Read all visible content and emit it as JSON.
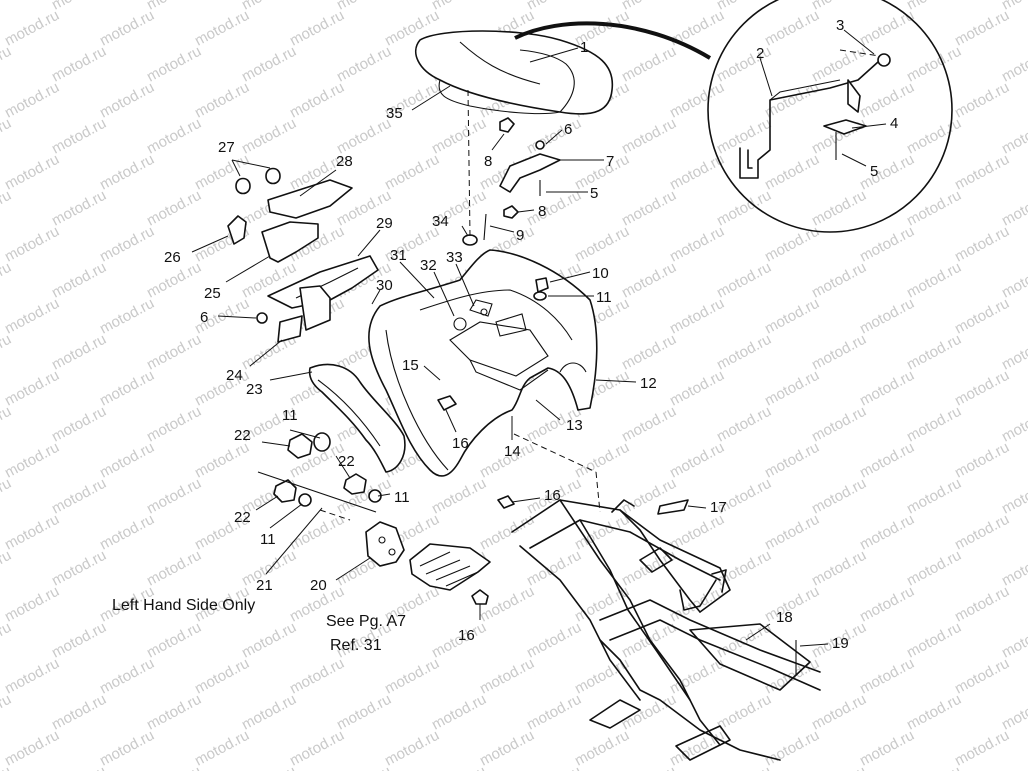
{
  "watermark": "motod.ru",
  "notes": {
    "left_hand_side": "Left Hand Side Only",
    "see_page": "See Pg. A7",
    "ref": "Ref. 31"
  },
  "callouts": [
    {
      "id": "c1",
      "label": "1"
    },
    {
      "id": "c2",
      "label": "2"
    },
    {
      "id": "c3",
      "label": "3"
    },
    {
      "id": "c4",
      "label": "4"
    },
    {
      "id": "c5a",
      "label": "5"
    },
    {
      "id": "c5b",
      "label": "5"
    },
    {
      "id": "c6a",
      "label": "6"
    },
    {
      "id": "c6b",
      "label": "6"
    },
    {
      "id": "c7",
      "label": "7"
    },
    {
      "id": "c8a",
      "label": "8"
    },
    {
      "id": "c8b",
      "label": "8"
    },
    {
      "id": "c9",
      "label": "9"
    },
    {
      "id": "c10",
      "label": "10"
    },
    {
      "id": "c11a",
      "label": "11"
    },
    {
      "id": "c11b",
      "label": "11"
    },
    {
      "id": "c11c",
      "label": "11"
    },
    {
      "id": "c11d",
      "label": "11"
    },
    {
      "id": "c12",
      "label": "12"
    },
    {
      "id": "c13",
      "label": "13"
    },
    {
      "id": "c14",
      "label": "14"
    },
    {
      "id": "c15",
      "label": "15"
    },
    {
      "id": "c16a",
      "label": "16"
    },
    {
      "id": "c16b",
      "label": "16"
    },
    {
      "id": "c16c",
      "label": "16"
    },
    {
      "id": "c17",
      "label": "17"
    },
    {
      "id": "c18",
      "label": "18"
    },
    {
      "id": "c19",
      "label": "19"
    },
    {
      "id": "c20",
      "label": "20"
    },
    {
      "id": "c21",
      "label": "21"
    },
    {
      "id": "c22a",
      "label": "22"
    },
    {
      "id": "c22b",
      "label": "22"
    },
    {
      "id": "c22c",
      "label": "22"
    },
    {
      "id": "c23",
      "label": "23"
    },
    {
      "id": "c24",
      "label": "24"
    },
    {
      "id": "c25",
      "label": "25"
    },
    {
      "id": "c26",
      "label": "26"
    },
    {
      "id": "c27",
      "label": "27"
    },
    {
      "id": "c28",
      "label": "28"
    },
    {
      "id": "c29",
      "label": "29"
    },
    {
      "id": "c30",
      "label": "30"
    },
    {
      "id": "c31",
      "label": "31"
    },
    {
      "id": "c32",
      "label": "32"
    },
    {
      "id": "c33",
      "label": "33"
    },
    {
      "id": "c34",
      "label": "34"
    },
    {
      "id": "c35",
      "label": "35"
    }
  ]
}
